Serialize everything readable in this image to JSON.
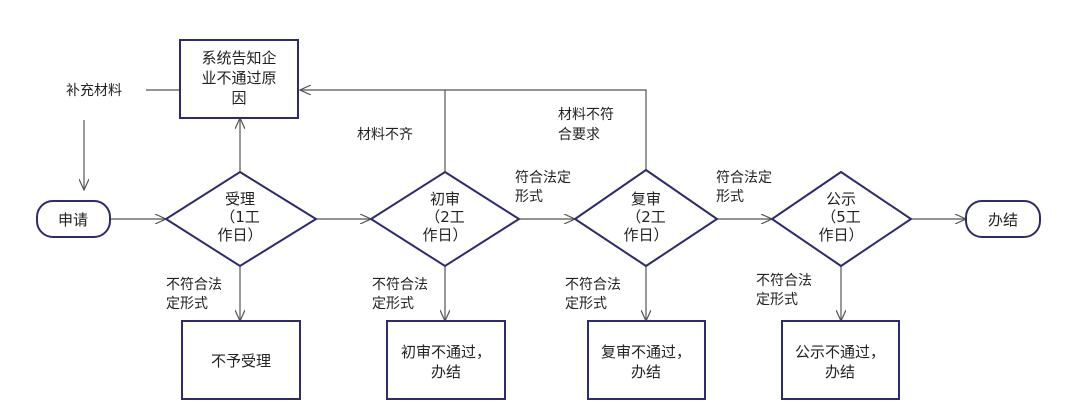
{
  "colors": {
    "node_border": "#2e2a6e",
    "edge": "#555555",
    "text": "#222222"
  },
  "nodes": {
    "apply": [
      "申请"
    ],
    "accept": [
      "受理",
      "（1工",
      "作日）"
    ],
    "initial_review": [
      "初审",
      "（2工",
      "作日）"
    ],
    "re_review": [
      "复审",
      "（2工",
      "作日）"
    ],
    "publicity": [
      "公示",
      "（5工",
      "作日）"
    ],
    "done": [
      "办结"
    ],
    "notify": [
      "系统告知企",
      "业不通过原",
      "因"
    ],
    "not_accept": [
      "不予受理"
    ],
    "initial_fail": [
      "初审不通过，",
      "办结"
    ],
    "re_fail": [
      "复审不通过，",
      "办结"
    ],
    "publicity_fail": [
      "公示不通过，",
      "办结"
    ]
  },
  "labels": {
    "supplement": [
      "补充材料"
    ],
    "incomplete": [
      "材料不齐"
    ],
    "mismatch": [
      "材料不符",
      "合要求"
    ],
    "legal_form_1": [
      "符合法定",
      "形式"
    ],
    "legal_form_2": [
      "符合法定",
      "形式"
    ],
    "illegal_1": [
      "不符合法",
      "定形式"
    ],
    "illegal_2": [
      "不符合法",
      "定形式"
    ],
    "illegal_3": [
      "不符合法",
      "定形式"
    ],
    "illegal_4": [
      "不符合法",
      "定形式"
    ]
  }
}
